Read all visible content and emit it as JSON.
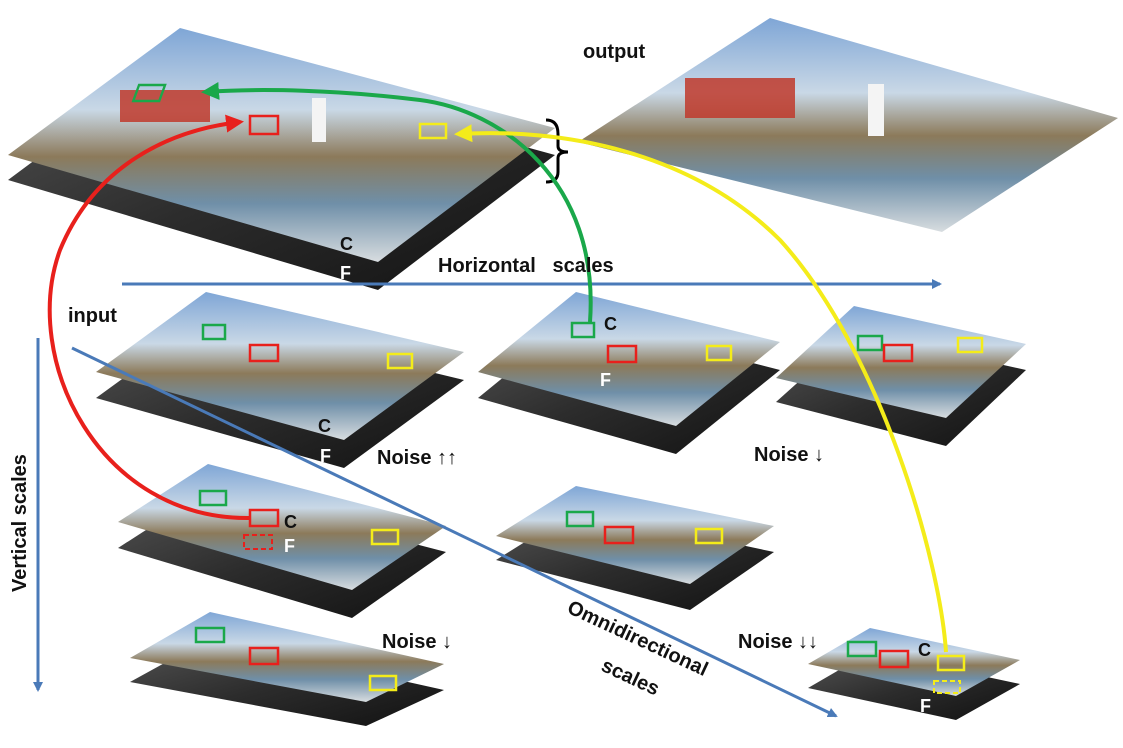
{
  "labels": {
    "output": "output",
    "input": "input",
    "horizontal": "Horizontal   scales",
    "vertical": "Vertical scales",
    "omni_line1": "Omnidirectional",
    "omni_line2": "scales",
    "noise_up2": "Noise ↑↑",
    "noise_down_right": "Noise ↓",
    "noise_down_bottom": "Noise ↓",
    "noise_down2": "Noise ↓↓",
    "c": "C",
    "f": "F"
  },
  "colors": {
    "axis_arrow": "#4a7ab8",
    "red_link": "#e8201c",
    "green_link": "#1aa84a",
    "yellow_link": "#f4ec1a",
    "bracket": "#000000"
  }
}
